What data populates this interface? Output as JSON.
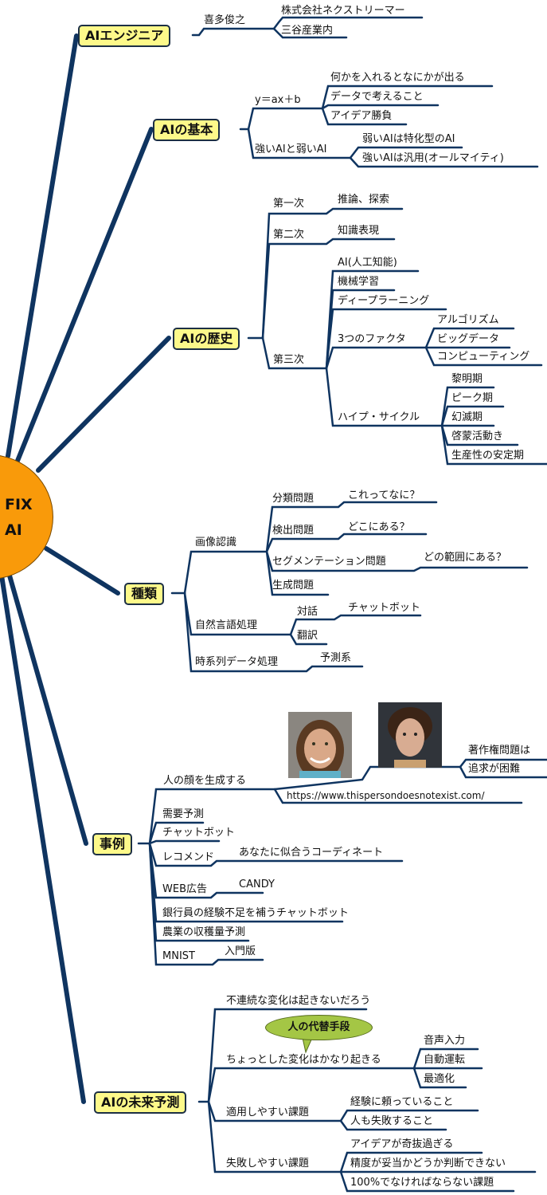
{
  "center": {
    "line1": "FIX",
    "line2": "AI",
    "color": "#f99a0a"
  },
  "colors": {
    "line": "#0f3460",
    "topic_fill": "#fdf98a",
    "callout_fill": "#a4c645"
  },
  "branches": {
    "engineer": {
      "title": "AIエンジニア",
      "name": "喜多俊之",
      "items": [
        "株式会社ネクストリーマー",
        "三谷産業内"
      ]
    },
    "basics": {
      "title": "AIの基本",
      "formula": {
        "label": "y＝ax＋b",
        "items": [
          "何かを入れるとなにかが出る",
          "データで考えること",
          "アイデア勝負"
        ]
      },
      "strong_weak": {
        "label": "強いAIと弱いAI",
        "items": [
          "弱いAIは特化型のAI",
          "強いAIは汎用(オールマイティ)"
        ]
      }
    },
    "history": {
      "title": "AIの歴史",
      "first": {
        "label": "第一次",
        "item": "推論、探索"
      },
      "second": {
        "label": "第二次",
        "item": "知識表現"
      },
      "third": {
        "label": "第三次",
        "items": [
          "AI(人工知能)",
          "機械学習",
          "ディープラーニング"
        ],
        "factors": {
          "label": "3つのファクタ",
          "items": [
            "アルゴリズム",
            "ビッグデータ",
            "コンピューティング"
          ]
        },
        "hype": {
          "label": "ハイプ・サイクル",
          "items": [
            "黎明期",
            "ピーク期",
            "幻滅期",
            "啓蒙活動き",
            "生産性の安定期"
          ]
        }
      }
    },
    "types": {
      "title": "種類",
      "image": {
        "label": "画像認識",
        "items": [
          {
            "label": "分類問題",
            "note": "これってなに？"
          },
          {
            "label": "検出問題",
            "note": "どこにある？"
          },
          {
            "label": "セグメンテーション問題",
            "note": "どの範囲にある？"
          },
          {
            "label": "生成問題"
          }
        ]
      },
      "nlp": {
        "label": "自然言語処理",
        "dialog": "対話",
        "dialog_note": "チャットボット",
        "translate": "翻訳"
      },
      "timeseries": {
        "label": "時系列データ処理",
        "note": "予測系"
      }
    },
    "cases": {
      "title": "事例",
      "faces": {
        "label": "人の顔を生成する",
        "copyright": [
          "著作権問題は",
          "追求が困難"
        ],
        "url": "https://www.thispersondoesnotexist.com/"
      },
      "demand": "需要予測",
      "chatbot": "チャットボット",
      "recommend": {
        "label": "レコメンド",
        "note": "あなたに似合うコーディネート"
      },
      "webad": {
        "label": "WEB広告",
        "note": "CANDY"
      },
      "bank": "銀行員の経験不足を補うチャットボット",
      "agri": "農業の収穫量予測",
      "mnist": {
        "label": "MNIST",
        "note": "入門版"
      }
    },
    "future": {
      "title": "AIの未来予測",
      "discontinuous": "不連続な変化は起きないだろう",
      "callout": "人の代替手段",
      "small_change": {
        "label": "ちょっとした変化はかなり起きる",
        "items": [
          "音声入力",
          "自動運転",
          "最適化"
        ]
      },
      "easy": {
        "label": "適用しやすい課題",
        "items": [
          "経験に頼っていること",
          "人も失敗すること"
        ]
      },
      "fail": {
        "label": "失敗しやすい課題",
        "items": [
          "アイデアが奇抜過ぎる",
          "精度が妥当かどうか判断できない",
          "100%でなければならない課題"
        ]
      }
    }
  }
}
